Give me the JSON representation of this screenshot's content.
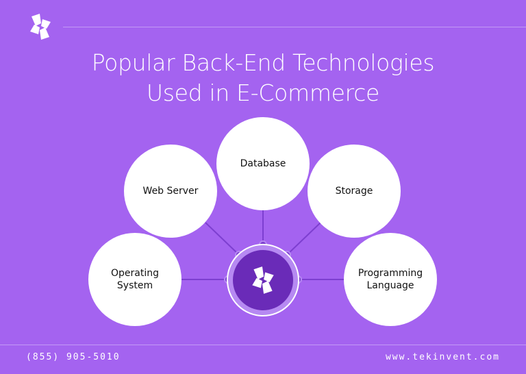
{
  "title": {
    "line1": "Popular Back-End Technologies",
    "line2": "Used in E-Commerce"
  },
  "nodes": {
    "web_server": "Web Server",
    "database": "Database",
    "storage": "Storage",
    "operating_system": "Operating System",
    "programming_language": "Programming Language"
  },
  "footer": {
    "phone": "(855) 905-5010",
    "website": "www.tekinvent.com"
  },
  "icons": {
    "brand": "tekinvent-logo-icon"
  },
  "colors": {
    "background": "#a463f0",
    "center": "#6a2bb8",
    "node": "#ffffff",
    "connector": "#7d3fd0"
  }
}
